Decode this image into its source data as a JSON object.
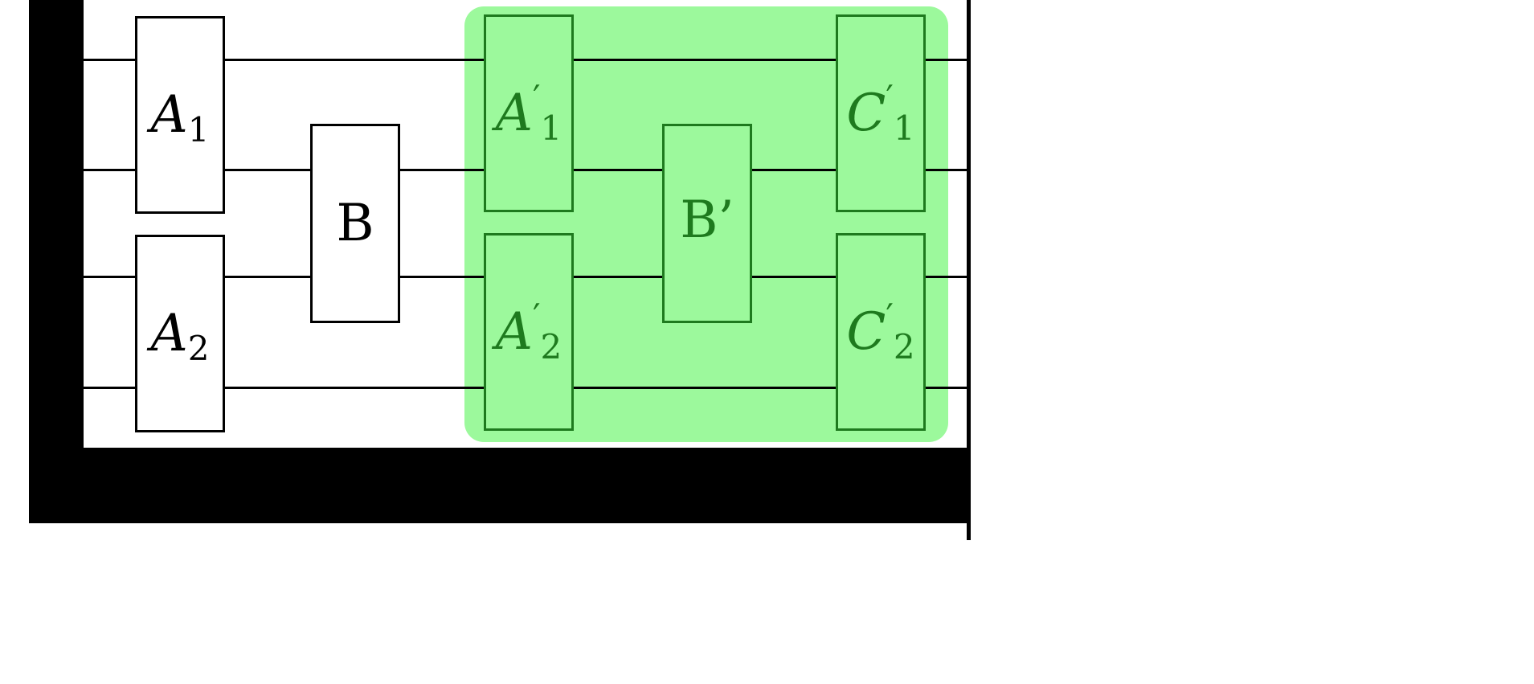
{
  "diagram": {
    "kind": "circuit-diagram",
    "wire_count": 4,
    "colors": {
      "background": "#ffffff",
      "line": "#000000",
      "highlight_fill": "#9cf99c",
      "highlight_ink": "#1e7a1e"
    },
    "gates": {
      "a1": {
        "main": "A",
        "prime": "",
        "sub": "1"
      },
      "a2": {
        "main": "A",
        "prime": "",
        "sub": "2"
      },
      "b": {
        "main": "B",
        "prime": "",
        "sub": ""
      },
      "a1p": {
        "main": "A",
        "prime": "′",
        "sub": "1"
      },
      "a2p": {
        "main": "A",
        "prime": "′",
        "sub": "2"
      },
      "bp": {
        "main": "B",
        "prime": "’",
        "sub": ""
      },
      "c1p": {
        "main": "C",
        "prime": "′",
        "sub": "1"
      },
      "c2p": {
        "main": "C",
        "prime": "′",
        "sub": "2"
      }
    }
  }
}
